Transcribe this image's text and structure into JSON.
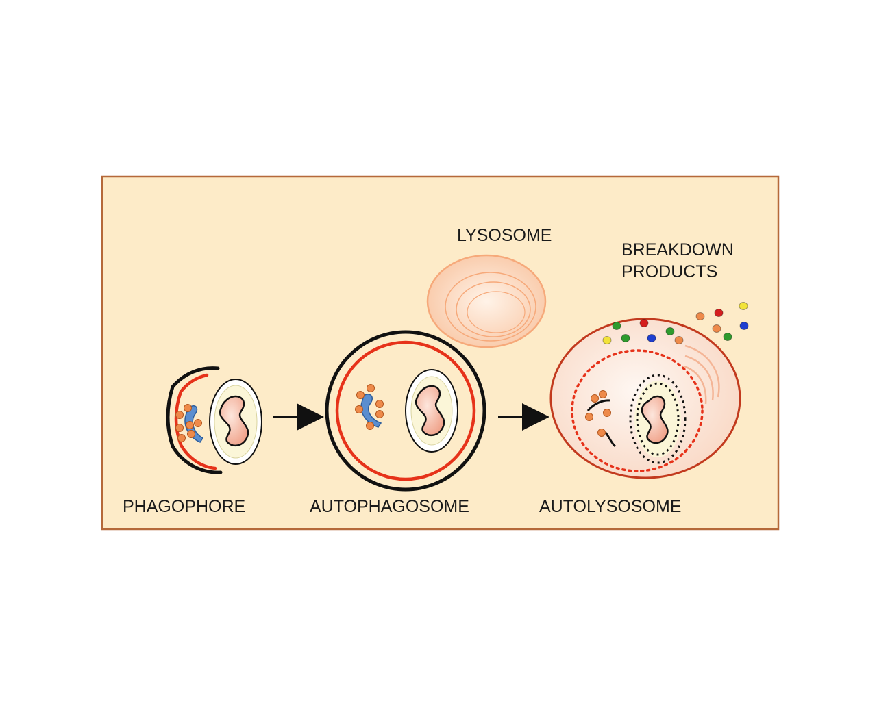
{
  "labels": {
    "phagophore": "PHAGOPHORE",
    "autophagosome": "AUTOPHAGOSOME",
    "autolysosome": "AUTOLYSOSOME",
    "lysosome": "LYSOSOME",
    "breakdown_line1": "BREAKDOWN",
    "breakdown_line2": "PRODUCTS"
  },
  "colors": {
    "panel_bg": "#fdebc8",
    "panel_border": "#b5693a",
    "membrane_red": "#e6321a",
    "membrane_black": "#111111",
    "cargo_orange": "#ee8a4a",
    "er_blue": "#5b8ecf",
    "mito_fill": "#f4b8a4",
    "lysosome_orange": "#f6b38d",
    "autolysosome_fill": "#fbe4d8"
  },
  "breakdown_particle_colors": [
    "#2e9b2e",
    "#d41f1f",
    "#f2e33a",
    "#1f3fd0",
    "#ee8a4a"
  ]
}
